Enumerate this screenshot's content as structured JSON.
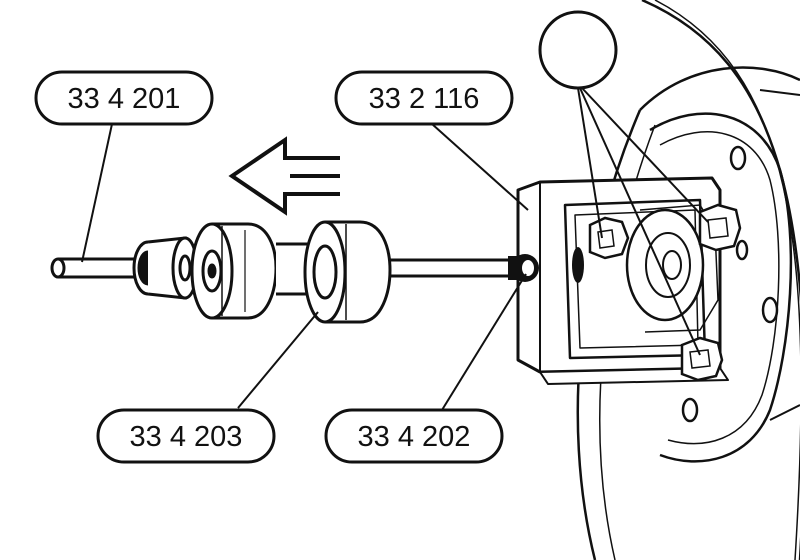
{
  "callouts": {
    "tool_33_4_201": "33 4 201",
    "tool_33_2_116": "33 2 116",
    "tool_33_4_203": "33 4 203",
    "tool_33_4_202": "33 4 202"
  },
  "colors": {
    "ink": "#111111",
    "paper": "#ffffff"
  }
}
